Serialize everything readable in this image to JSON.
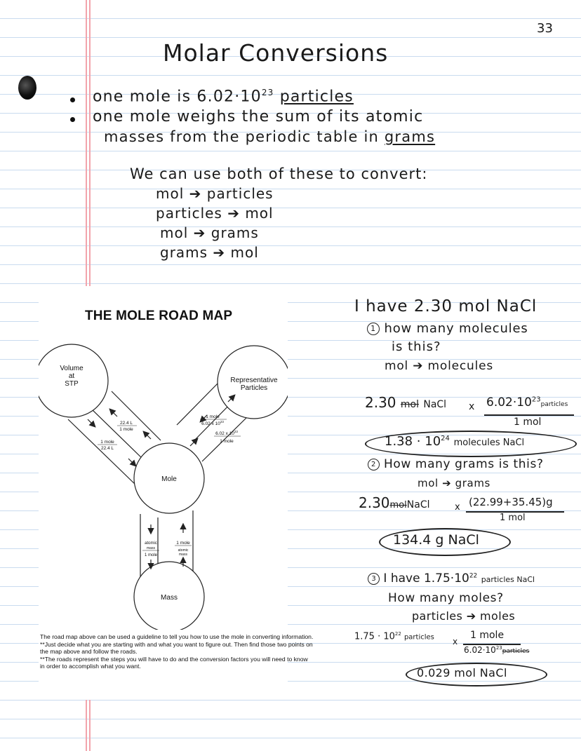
{
  "page": {
    "number": "33"
  },
  "header": {
    "title": "Molar Conversions"
  },
  "notes": {
    "bullet1": {
      "pre": "one mole is 6.02·10",
      "exp": "23",
      "post": "particles"
    },
    "bullet2": {
      "line1": "one mole weighs the sum of its atomic",
      "line2_pre": "masses from the periodic table in",
      "line2_ul": "grams"
    },
    "intro": "We can use both of these to convert:",
    "conversions": [
      "mol ➔ particles",
      "particles ➔ mol",
      "mol ➔ grams",
      "grams ➔ mol"
    ]
  },
  "road_map": {
    "title": "THE MOLE ROAD MAP",
    "nodes": {
      "volume": [
        "Volume",
        "at",
        "STP"
      ],
      "particles": [
        "Representative",
        "Particles"
      ],
      "mole": "Mole",
      "mass": "Mass"
    },
    "labels": {
      "vol_up_1": "22.4 L",
      "vol_up_2": "1 mole",
      "vol_down_1": "1 mole",
      "vol_down_2": "22.4 L",
      "part_up_1": "1 mole",
      "part_up_2": "6.02 x 10",
      "part_up_exp": "23",
      "part_down_1": "6.02 x 10",
      "part_down_exp": "23",
      "part_down_2": "1 mole",
      "mass_down_1": "atomic",
      "mass_down_2": "mass",
      "mass_down_3": "1 mole",
      "mass_up_1": "1 mole",
      "mass_up_2": "atomic",
      "mass_up_3": "mass"
    },
    "description": [
      "The road map above can be used a guideline to tell you how to use the mole in converting information.",
      "**Just decide what you are starting with and what you want to figure out.  Then find those two points on the map above and follow the roads.",
      "**The roads represent the steps you will have to do and the conversion factors you will need to know in order to accomplish what you want."
    ]
  },
  "problem": {
    "heading": "I have 2.30 mol NaCl",
    "q1": {
      "num": "1",
      "line1": "how many molecules",
      "line2": "is this?",
      "path": "mol ➔ molecules",
      "calc_start": "2.30",
      "calc_unit_struck": "mol",
      "calc_unit": "NaCl",
      "times": "x",
      "num_factor": "6.02·10",
      "num_exp": "23",
      "num_unit": "particles",
      "den": "1 mol",
      "answer_pre": "1.38 · 10",
      "answer_exp": "24",
      "answer_post": "molecules NaCl"
    },
    "q2": {
      "num": "2",
      "line1": "How many grams is this?",
      "path": "mol ➔ grams",
      "calc_start": "2.30",
      "calc_unit_struck": "mol",
      "calc_unit": "NaCl",
      "times": "x",
      "numerator": "(22.99+35.45)g",
      "den": "1 mol",
      "answer": "134.4 g NaCl"
    },
    "q3": {
      "num": "3",
      "line1_pre": "I have 1.75·10",
      "line1_exp": "22",
      "line1_post": "particles NaCl",
      "line2": "How many moles?",
      "path": "particles ➔ moles",
      "calc_start": "1.75 · 10",
      "calc_exp": "22",
      "calc_unit": "particles",
      "times": "x",
      "numerator": "1 mole",
      "den": "6.02·10",
      "den_exp": "23",
      "den_unit": "particles",
      "answer": "0.029 mol NaCl"
    }
  },
  "colors": {
    "rule_line": "#c9dbef",
    "margin_line": "#f2a4ac",
    "ink": "#1a1a1a"
  }
}
